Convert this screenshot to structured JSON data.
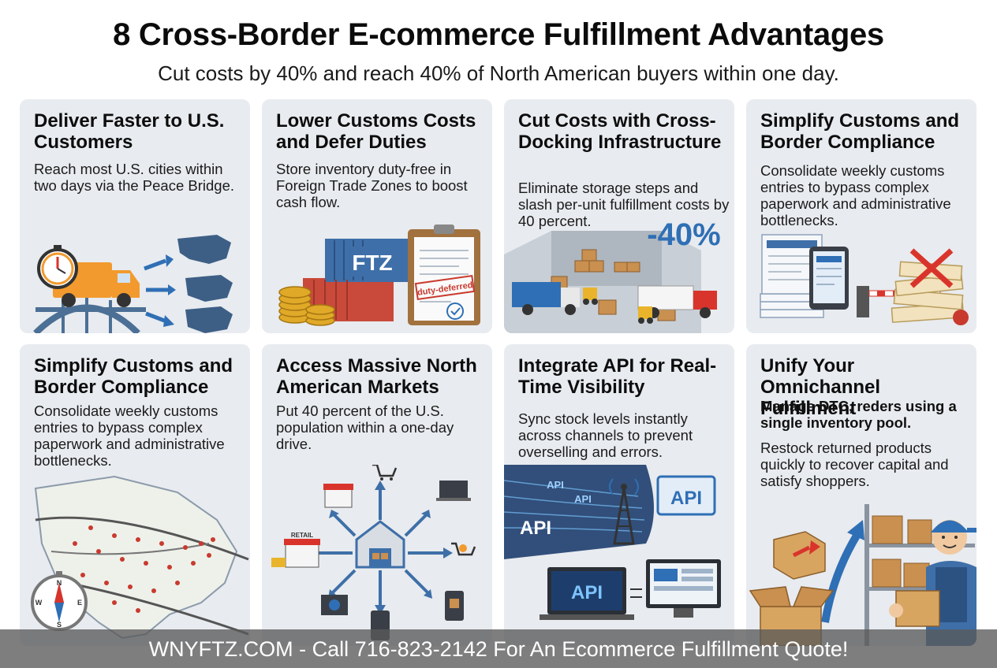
{
  "header": {
    "title": "8 Cross-Border E-commerce Fulfillment Advantages",
    "subtitle": "Cut costs by 40% and reach 40% of North American buyers within one day."
  },
  "cards": [
    {
      "title": "Deliver Faster to U.S. Customers",
      "body": "Reach most U.S. cities within two days via the Peace Bridge."
    },
    {
      "title": "Lower Customs Costs and Defer Duties",
      "body": "Store inventory duty-free in Foreign Trade Zones to boost cash flow.",
      "labels": {
        "ftz": "FTZ",
        "stamp": "duty-deferred"
      }
    },
    {
      "title": "Cut Costs with Cross-Docking Infrastructure",
      "body": "Eliminate storage steps and slash per-unit fulfillment costs by 40 percent.",
      "labels": {
        "savings": "-40%"
      }
    },
    {
      "title": "Simplify Customs and Border Compliance",
      "body": "Consolidate weekly customs entries to bypass complex paperwork and administrative bottlenecks."
    },
    {
      "title": "Simplify Customs and Border Compliance",
      "body": "Consolidate weekly customs entries to bypass complex paperwork and administrative bottlenecks.",
      "labels": {
        "compass_n": "N",
        "compass_s": "S",
        "compass_e": "E",
        "compass_w": "W"
      }
    },
    {
      "title": "Access Massive North American Markets",
      "body": "Put 40 percent of the U.S. population within a one-day drive.",
      "labels": {
        "retail": "RETAIL"
      }
    },
    {
      "title": "Integrate API for Real-Time Visibility",
      "body": "Sync stock levels instantly across channels to prevent overselling and errors.",
      "labels": {
        "api": "API"
      }
    },
    {
      "title": "Unify Your Omnichannel Fulfillment",
      "sub": "Manage DTC, reders using a single inventory pool.",
      "body": "Restock returned products quickly to recover capital and satisfy shoppers."
    }
  ],
  "footer": {
    "text": "WNYFTZ.COM - Call 716-823-2142 For An Ecommerce Fulfillment Quote!"
  },
  "colors": {
    "card_bg": "#e8ebef",
    "accent_blue": "#2f6fb5",
    "accent_orange": "#f29a2e",
    "accent_red": "#d9342b",
    "footer_bg": "#5a5a5a"
  }
}
